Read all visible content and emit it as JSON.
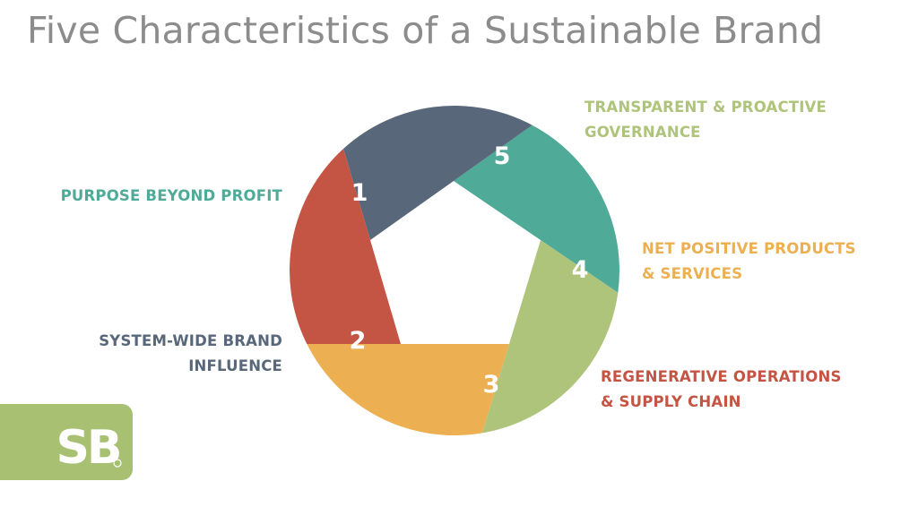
{
  "title": "Five Characteristics of a Sustainable Brand",
  "colors": {
    "segment_1": "#4faa98",
    "segment_2": "#586779",
    "segment_3": "#c45443",
    "segment_4": "#ecb052",
    "segment_5": "#afc47b",
    "logo_bg": "#a8c072"
  },
  "segments": [
    {
      "number": "1",
      "label_lines": [
        "PURPOSE BEYOND PROFIT"
      ]
    },
    {
      "number": "2",
      "label_lines": [
        "SYSTEM-WIDE BRAND",
        "INFLUENCE"
      ]
    },
    {
      "number": "3",
      "label_lines": [
        "REGENERATIVE OPERATIONS",
        "& SUPPLY CHAIN"
      ]
    },
    {
      "number": "4",
      "label_lines": [
        "NET POSITIVE PRODUCTS",
        "& SERVICES"
      ]
    },
    {
      "number": "5",
      "label_lines": [
        "TRANSPARENT & PROACTIVE",
        "GOVERNANCE"
      ]
    }
  ],
  "logo": {
    "icon": "sb-logo-icon",
    "text": "SB"
  }
}
